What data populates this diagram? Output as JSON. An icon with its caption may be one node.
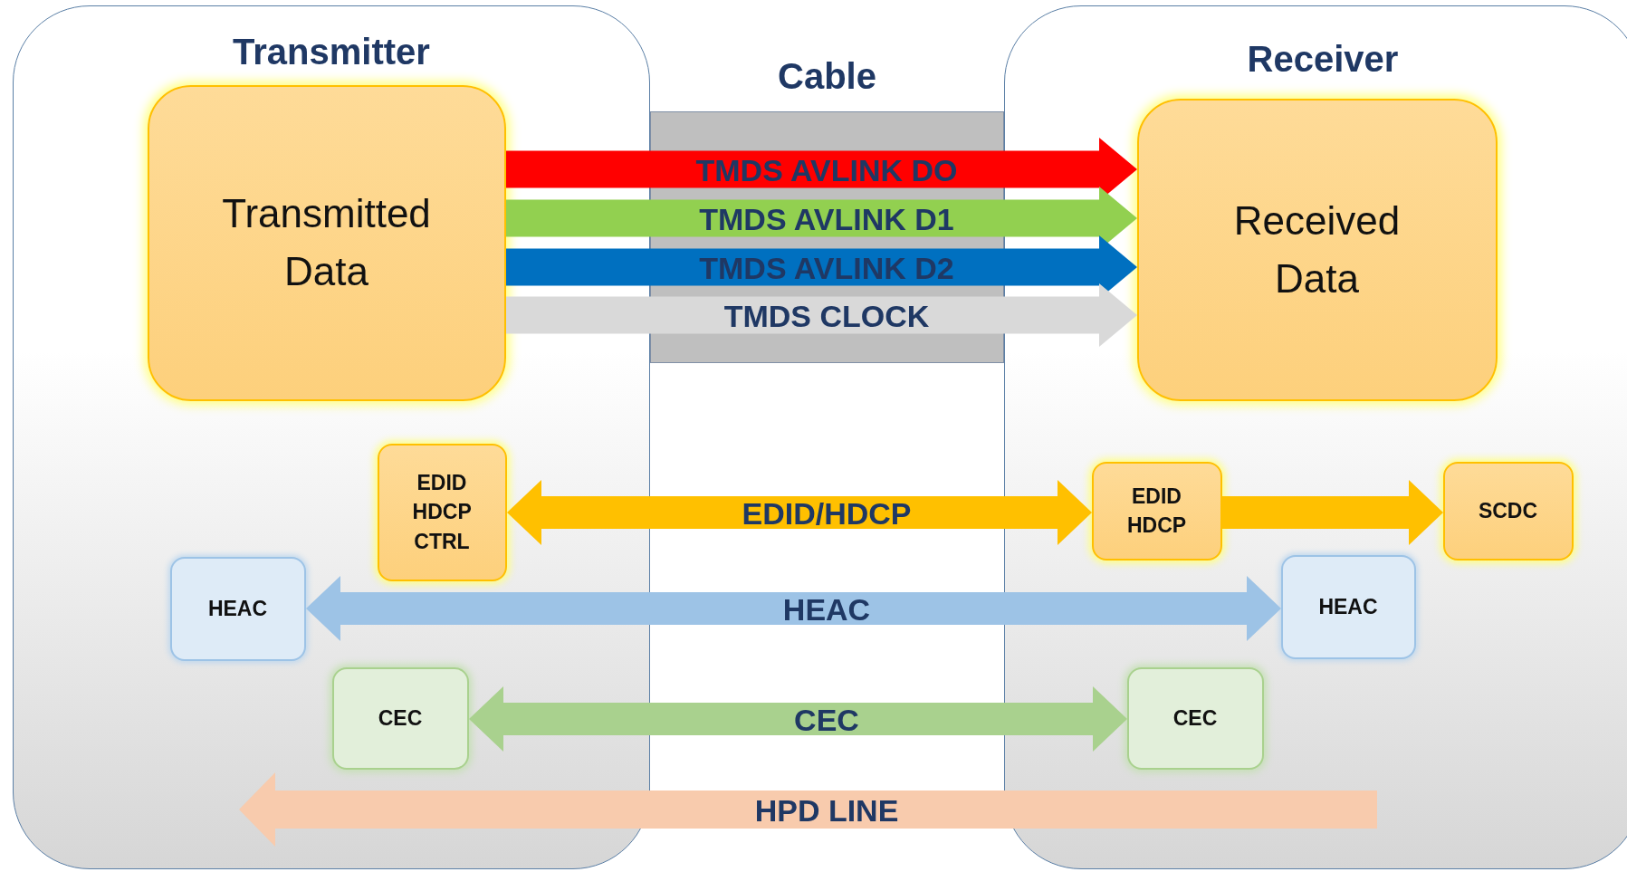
{
  "diagram": {
    "nodes": [
      {
        "text": [
          "Transmitter"
        ]
      },
      {
        "text": [
          "Transmitted Data"
        ],
        "in": 0
      },
      {
        "text": [
          "EDID HDCP CTRL"
        ],
        "in": 0
      },
      {
        "text": [
          "HEAC"
        ],
        "in": 0
      },
      {
        "text": [
          "CEC"
        ],
        "in": 0
      },
      {
        "text": [
          "Receiver"
        ]
      },
      {
        "text": [
          "Received Data"
        ],
        "in": 5
      },
      {
        "text": [
          "EDID HDCP"
        ],
        "in": 5
      },
      {
        "text": [
          "SCDC"
        ],
        "in": 5
      },
      {
        "text": [
          "HEAC"
        ],
        "in": 5
      },
      {
        "text": [
          "CEC"
        ],
        "in": 5
      }
    ],
    "edges": [
      {
        "from": 1,
        "to": 6,
        "arrow": "to",
        "label": "TMDS AVLINK DO",
        "color": "#ff0000"
      },
      {
        "from": 1,
        "to": 6,
        "arrow": "to",
        "label": "TMDS AVLINK D1",
        "color": "#92d050"
      },
      {
        "from": 1,
        "to": 6,
        "arrow": "to",
        "label": "TMDS AVLINK D2",
        "color": "#0070c0"
      },
      {
        "from": 1,
        "to": 6,
        "arrow": "to",
        "label": "TMDS CLOCK",
        "color": "#d9d9d9"
      },
      {
        "from": 2,
        "to": 7,
        "arrow": "both",
        "label": "EDID/HDCP",
        "color": "#ffc000"
      },
      {
        "from": 7,
        "to": 8,
        "arrow": "to",
        "color": "#ffc000"
      },
      {
        "from": 3,
        "to": 9,
        "arrow": "both",
        "label": "HEAC",
        "color": "#9dc3e6"
      },
      {
        "from": 4,
        "to": 10,
        "arrow": "both",
        "label": "CEC",
        "color": "#a9d18e"
      },
      {
        "from": 5,
        "to": 0,
        "arrow": "to",
        "label": "HPD LINE",
        "color": "#f8cbad"
      }
    ],
    "labels": [
      "Cable"
    ]
  }
}
